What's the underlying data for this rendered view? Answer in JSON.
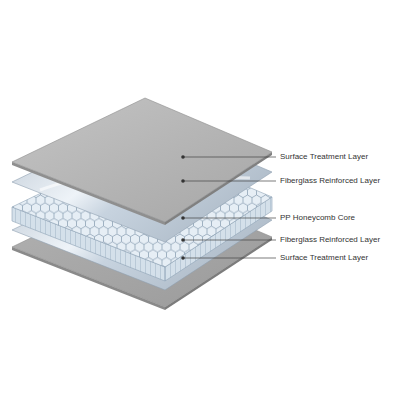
{
  "diagram": {
    "labels": [
      "Surface Treatment Layer",
      "Fiberglass Reinforced Layer",
      "PP Honeycomb Core",
      "Fiberglass Reinforced Layer",
      "Surface Treatment Layer"
    ]
  }
}
